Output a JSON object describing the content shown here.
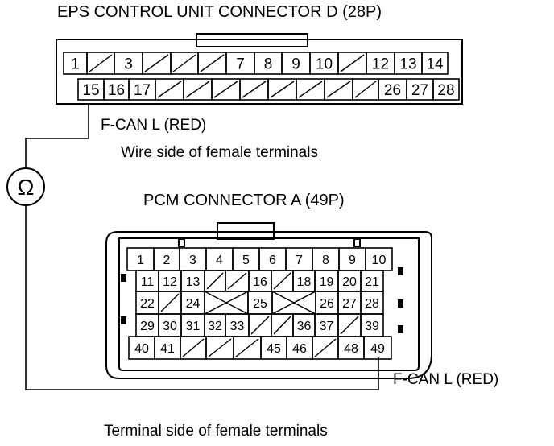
{
  "eps": {
    "title": "EPS CONTROL UNIT CONNECTOR D (28P)",
    "row1": [
      "1",
      "",
      "3",
      "",
      "",
      "",
      "7",
      "8",
      "9",
      "10",
      "",
      "12",
      "13",
      "14"
    ],
    "row2": [
      "15",
      "16",
      "17",
      "",
      "",
      "",
      "",
      "",
      "",
      "",
      "",
      "26",
      "27",
      "28"
    ],
    "wire_label": "F-CAN L (RED)",
    "view_label": "Wire side of female terminals"
  },
  "meter": {
    "symbol": "Ω"
  },
  "pcm": {
    "title": "PCM CONNECTOR A (49P)",
    "row1": [
      "1",
      "2",
      "3",
      "4",
      "5",
      "6",
      "7",
      "8",
      "9",
      "10"
    ],
    "row2": [
      "11",
      "12",
      "13",
      "",
      "",
      "16",
      "",
      "18",
      "19",
      "20",
      "21"
    ],
    "row3": [
      "22",
      "",
      "24",
      "",
      "25",
      "",
      "26",
      "27",
      "28"
    ],
    "row4": [
      "29",
      "30",
      "31",
      "32",
      "33",
      "",
      "",
      "36",
      "37",
      "",
      "39"
    ],
    "row5": [
      "40",
      "41",
      "",
      "",
      "",
      "45",
      "46",
      "",
      "48",
      "49"
    ],
    "wire_label": "F-CAN L (RED)",
    "view_label": "Terminal side of female terminals"
  }
}
